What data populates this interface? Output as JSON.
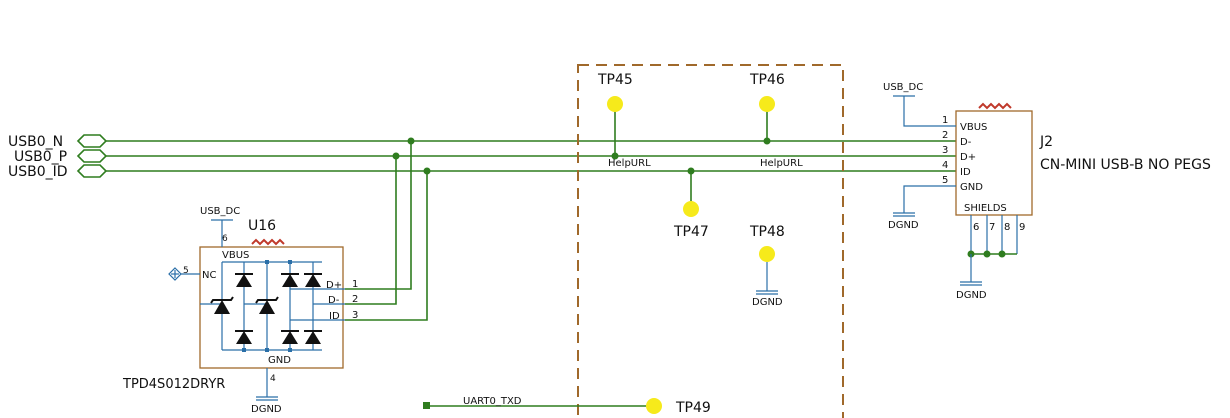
{
  "nets": {
    "usb0_n": "USB0_N",
    "usb0_p": "USB0_P",
    "usb0_id": "USB0_ID",
    "uart0_txd": "UART0_TXD",
    "helpurl_left": "HelpURL",
    "helpurl_right": "HelpURL"
  },
  "test_points": {
    "tp45": "TP45",
    "tp46": "TP46",
    "tp47": "TP47",
    "tp48": "TP48",
    "tp49": "TP49"
  },
  "u16": {
    "ref": "U16",
    "part": "TPD4S012DRYR",
    "pins": {
      "vbus": "VBUS",
      "nc": "NC",
      "gnd": "GND",
      "dp": "D+",
      "dm": "D-",
      "id": "ID"
    },
    "pin_numbers": {
      "vbus": "6",
      "nc": "5",
      "gnd": "4",
      "dp": "1",
      "dm": "2",
      "id": "3"
    },
    "supply": "USB_DC",
    "ground": "DGND"
  },
  "j2": {
    "ref": "J2",
    "part": "CN-MINI USB-B NO PEGS",
    "pins": {
      "vbus": "VBUS",
      "dm": "D-",
      "dp": "D+",
      "id": "ID",
      "gnd": "GND",
      "shields": "SHIELDS"
    },
    "pin_numbers": {
      "vbus": "1",
      "dm": "2",
      "dp": "3",
      "id": "4",
      "gnd": "5",
      "s6": "6",
      "s7": "7",
      "s8": "8",
      "s9": "9"
    },
    "supply": "USB_DC",
    "ground_gnd": "DGND",
    "ground_shield": "DGND"
  },
  "tp48_ground": "DGND",
  "colors": {
    "wire": "#2f7d1f",
    "component": "#a0692b",
    "power_symbol": "#2a6fa8",
    "test_point": "#f6ea1b",
    "marker": "#c0392b"
  }
}
